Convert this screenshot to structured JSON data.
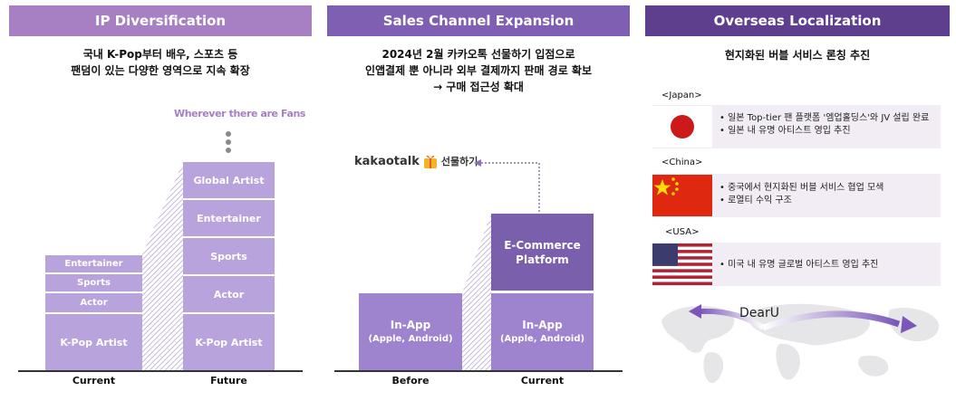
{
  "ip": {
    "title": "IP Diversification",
    "desc_line1": "국내 K-Pop부터 배우, 스포츠 등",
    "desc_line2": "팬덤이 있는 다양한 영역으로 지속 확장",
    "wherever": "Wherever there are Fans",
    "current_blocks": [
      "Entertainer",
      "Sports",
      "Actor",
      "K-Pop Artist"
    ],
    "future_blocks": [
      "Global Artist",
      "Entertainer",
      "Sports",
      "Actor",
      "K-Pop Artist"
    ],
    "x_current": "Current",
    "x_future": "Future"
  },
  "sales": {
    "title": "Sales Channel Expansion",
    "desc_line1": "2024년 2월 카카오톡 선물하기 입점으로",
    "desc_line2": "인앱결제 뿐 아니라 외부 결제까지 판매 경로 확보",
    "desc_line3": "→ 구매 접근성 확대",
    "kakao_logo": "kakaotalk",
    "kakao_gift": "선물하기",
    "ecommerce_line1": "E-Commerce",
    "ecommerce_line2": "Platform",
    "inapp_line1": "In-App",
    "inapp_line2": "(Apple, Android)",
    "x_before": "Before",
    "x_current": "Current"
  },
  "overseas": {
    "title": "Overseas Localization",
    "desc": "현지화된 버블 서비스 론칭 추진",
    "countries": [
      {
        "tag": "<Japan>",
        "bullets": [
          "일본 Top-tier 팬 플랫폼 '엠업홀딩스'와 JV 설립 완료",
          "일본 내 유명 아티스트 영입 추진"
        ]
      },
      {
        "tag": "<China>",
        "bullets": [
          "중국에서 현지화된 버블 서비스 협업 모색",
          "로열티 수익 구조"
        ]
      },
      {
        "tag": "<USA>",
        "bullets": [
          "미국 내 유명 글로벌 아티스트 영입 추진"
        ]
      }
    ],
    "map_label": "DearU"
  },
  "colors": {
    "light_purple": "#b9a3dc",
    "mid_purple": "#9e84cf",
    "dark_purple": "#7a5fad",
    "accent": "#a77fc3"
  }
}
